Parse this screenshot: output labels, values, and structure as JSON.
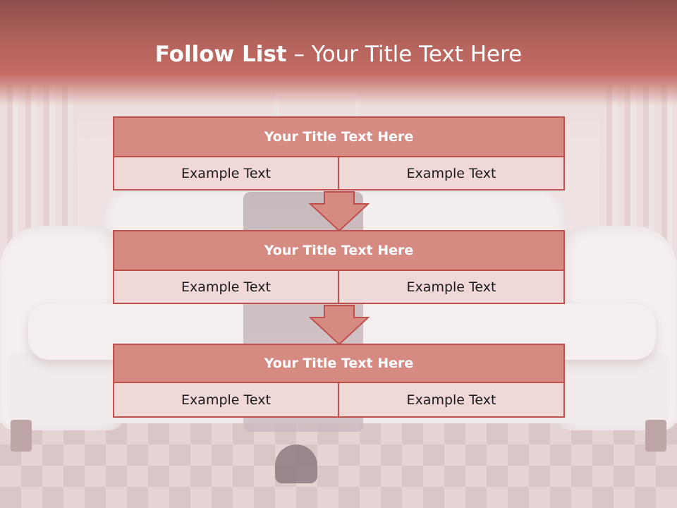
{
  "slide": {
    "title_bold": "Follow List",
    "title_rest": " – Your Title Text Here"
  },
  "steps": [
    {
      "title": "Your Title Text Here",
      "left": "Example Text",
      "right": "Example Text"
    },
    {
      "title": "Your Title Text Here",
      "left": "Example Text",
      "right": "Example Text"
    },
    {
      "title": "Your Title Text Here",
      "left": "Example Text",
      "right": "Example Text"
    }
  ],
  "colors": {
    "header_dark": "#8c4e4a",
    "accent_border": "#c0504d",
    "title_fill": "#d68b82",
    "cell_fill": "#f0d8d6",
    "arrow_fill": "#d68b82"
  },
  "icons": {
    "connector": "down-arrow-icon"
  }
}
